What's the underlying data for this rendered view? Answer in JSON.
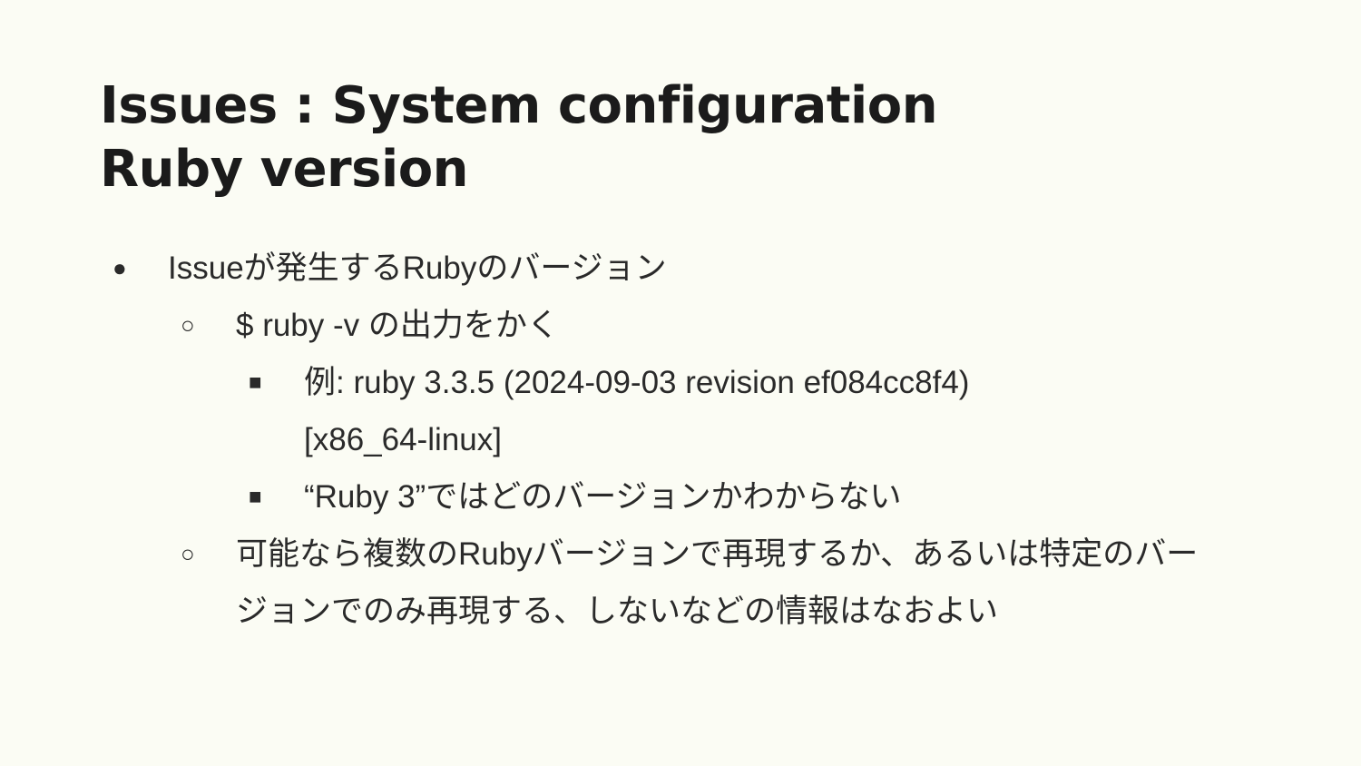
{
  "slide": {
    "title_line1": "Issues : System configuration",
    "title_line2": "Ruby version",
    "bullets": {
      "b1": {
        "marker": "●",
        "text": "Issueが発生するRubyのバージョン"
      },
      "b1_1": {
        "marker": "○",
        "text": "$ ruby -v の出力をかく"
      },
      "b1_1_1": {
        "marker": "■",
        "text": "例: ruby 3.3.5 (2024-09-03 revision ef084cc8f4)",
        "text_cont": "[x86_64-linux]"
      },
      "b1_1_2": {
        "marker": "■",
        "text": "“Ruby 3”ではどのバージョンかわからない"
      },
      "b1_2": {
        "marker": "○",
        "text": "可能なら複数のRubyバージョンで再現するか、あるいは特定のバー",
        "text_cont": "ジョンでのみ再現する、しないなどの情報はなおよい"
      }
    }
  }
}
